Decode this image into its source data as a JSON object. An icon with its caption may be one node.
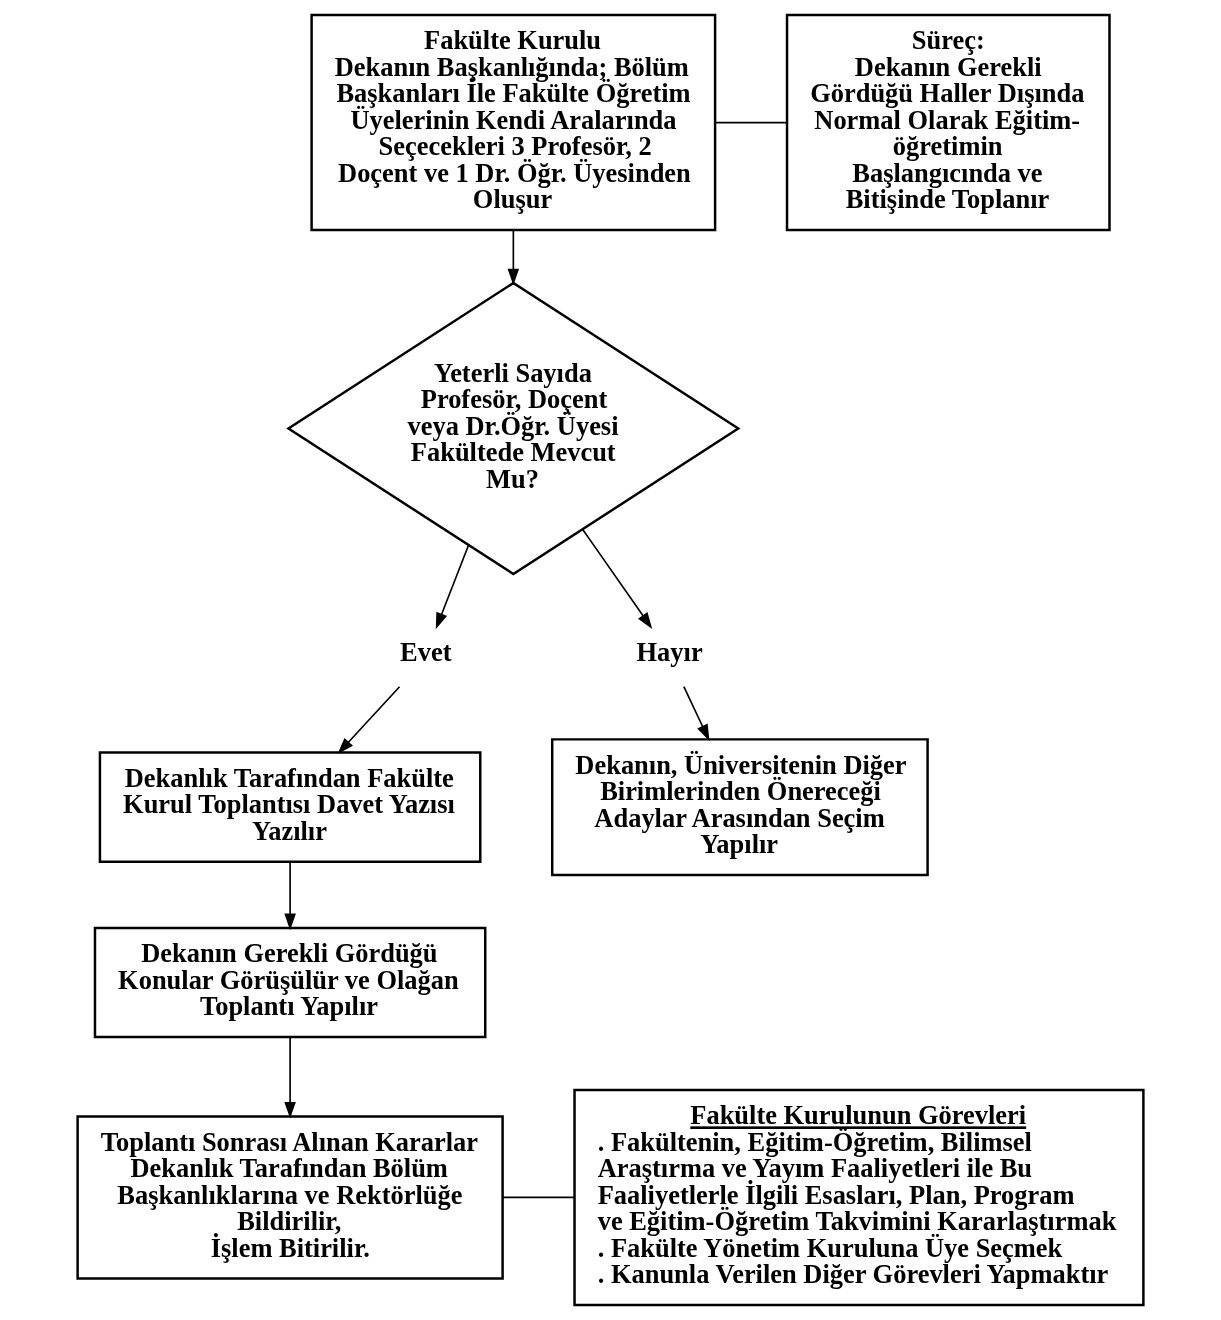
{
  "diagram": {
    "nodes": [
      {
        "text": [
          "Fakülte Kurulu",
          "Dekanın Başkanlığında; Bölüm Başkanları İle Fakülte Öğretim Üyelerinin Kendi Aralarında Seçecekleri 3 Profesör, 2 Doçent ve 1 Dr. Öğr. Üyesinden Oluşur"
        ]
      },
      {
        "text": [
          "Süreç:",
          "Dekanın Gerekli Gördüğü Haller Dışında Normal Olarak Eğitim-öğretimin Başlangıcında ve Bitişinde Toplanır"
        ]
      },
      {
        "text": [
          "Yeterli Sayıda Profesör, Doçent veya Dr.Öğr. Üyesi Fakültede Mevcut Mu?"
        ]
      },
      {
        "text": [
          "Evet"
        ]
      },
      {
        "text": [
          "Hayır"
        ]
      },
      {
        "text": [
          "Dekanlık Tarafından Fakülte Kurul Toplantısı Davet Yazısı Yazılır"
        ]
      },
      {
        "text": [
          "Dekanın, Üniversitenin Diğer Birimlerinden Önereceği Adaylar Arasından Seçim Yapılır"
        ]
      },
      {
        "text": [
          "Dekanın Gerekli Gördüğü Konular Görüşülür ve Olağan Toplantı Yapılır"
        ]
      },
      {
        "text": [
          "Toplantı Sonrası Alınan Kararlar Dekanlık Tarafından Bölüm Başkanlıklarına ve Rektörlüğe Bildirilir,",
          "İşlem Bitirilir."
        ]
      },
      {
        "text": [
          "Fakülte Kurulunun Görevleri",
          ". Fakültenin, Eğitim-Öğretim, Bilimsel Araştırma ve Yayım Faaliyetleri ile Bu Faaliyetlerle İlgili Esasları, Plan, Program ve Eğitim-Öğretim Takvimini Kararlaştırmak",
          ". Fakülte Yönetim Kuruluna Üye Seçmek",
          ". Kanunla Verilen Diğer Görevleri Yapmaktır"
        ]
      }
    ],
    "edges": [
      {
        "from": 0,
        "to": 1,
        "arrow": "none"
      },
      {
        "from": 0,
        "to": 2,
        "arrow": "to"
      },
      {
        "from": 2,
        "to": 3,
        "arrow": "to"
      },
      {
        "from": 3,
        "to": 5,
        "arrow": "to"
      },
      {
        "from": 2,
        "to": 4,
        "arrow": "to"
      },
      {
        "from": 4,
        "to": 6,
        "arrow": "to"
      },
      {
        "from": 5,
        "to": 7,
        "arrow": "to"
      },
      {
        "from": 7,
        "to": 8,
        "arrow": "to"
      },
      {
        "from": 8,
        "to": 9,
        "arrow": "none"
      }
    ]
  }
}
